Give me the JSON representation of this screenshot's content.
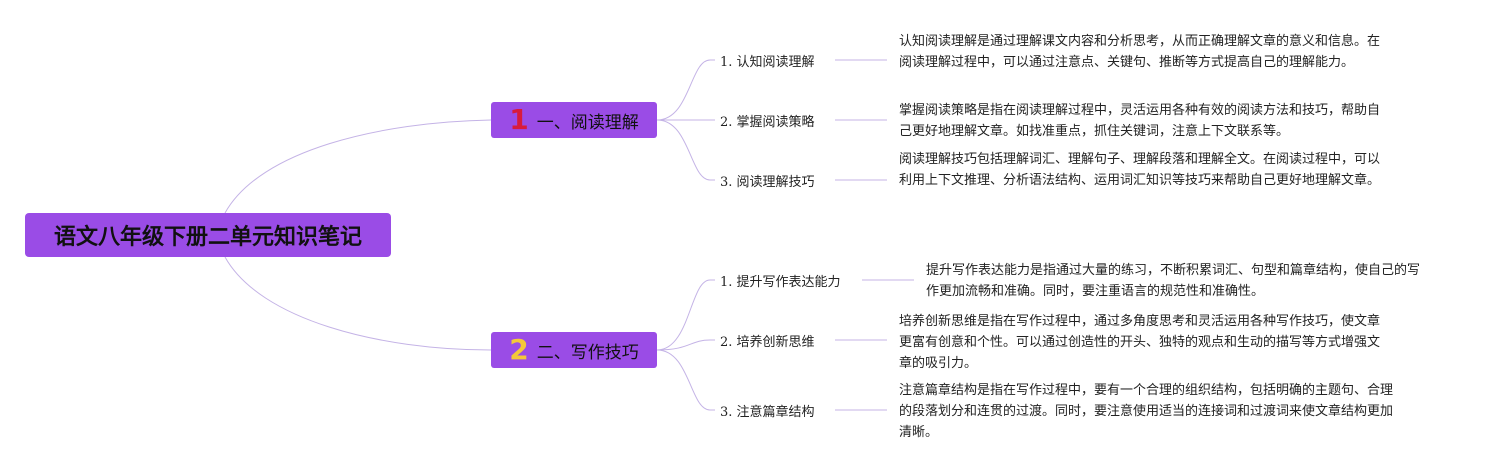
{
  "root": {
    "title": "语文八年级下册二单元知识笔记"
  },
  "branches": [
    {
      "number": "1",
      "title": "一、阅读理解",
      "leaves": [
        {
          "label": "1. 认知阅读理解",
          "desc": "认知阅读理解是通过理解课文内容和分析思考，从而正确理解文章的意义和信息。在阅读理解过程中，可以通过注意点、关键句、推断等方式提高自己的理解能力。"
        },
        {
          "label": "2. 掌握阅读策略",
          "desc": "掌握阅读策略是指在阅读理解过程中，灵活运用各种有效的阅读方法和技巧，帮助自己更好地理解文章。如找准重点，抓住关键词，注意上下文联系等。"
        },
        {
          "label": "3. 阅读理解技巧",
          "desc": "阅读理解技巧包括理解词汇、理解句子、理解段落和理解全文。在阅读过程中，可以利用上下文推理、分析语法结构、运用词汇知识等技巧来帮助自己更好地理解文章。"
        }
      ]
    },
    {
      "number": "2",
      "title": "二、写作技巧",
      "leaves": [
        {
          "label": "1. 提升写作表达能力",
          "desc": "提升写作表达能力是指通过大量的练习，不断积累词汇、句型和篇章结构，使自己的写作更加流畅和准确。同时，要注重语言的规范性和准确性。"
        },
        {
          "label": "2. 培养创新思维",
          "desc": "培养创新思维是指在写作过程中，通过多角度思考和灵活运用各种写作技巧，使文章更富有创意和个性。可以通过创造性的开头、独特的观点和生动的描写等方式增强文章的吸引力。"
        },
        {
          "label": "3. 注意篇章结构",
          "desc": "注意篇章结构是指在写作过程中，要有一个合理的组织结构，包括明确的主题句、合理的段落划分和连贯的过渡。同时，要注意使用适当的连接词和过渡词来使文章结构更加清晰。"
        }
      ]
    }
  ],
  "colors": {
    "node": "#9a4ce6",
    "line": "#b9a3e0",
    "num1": "#d81b3c",
    "num2": "#f4c838"
  }
}
